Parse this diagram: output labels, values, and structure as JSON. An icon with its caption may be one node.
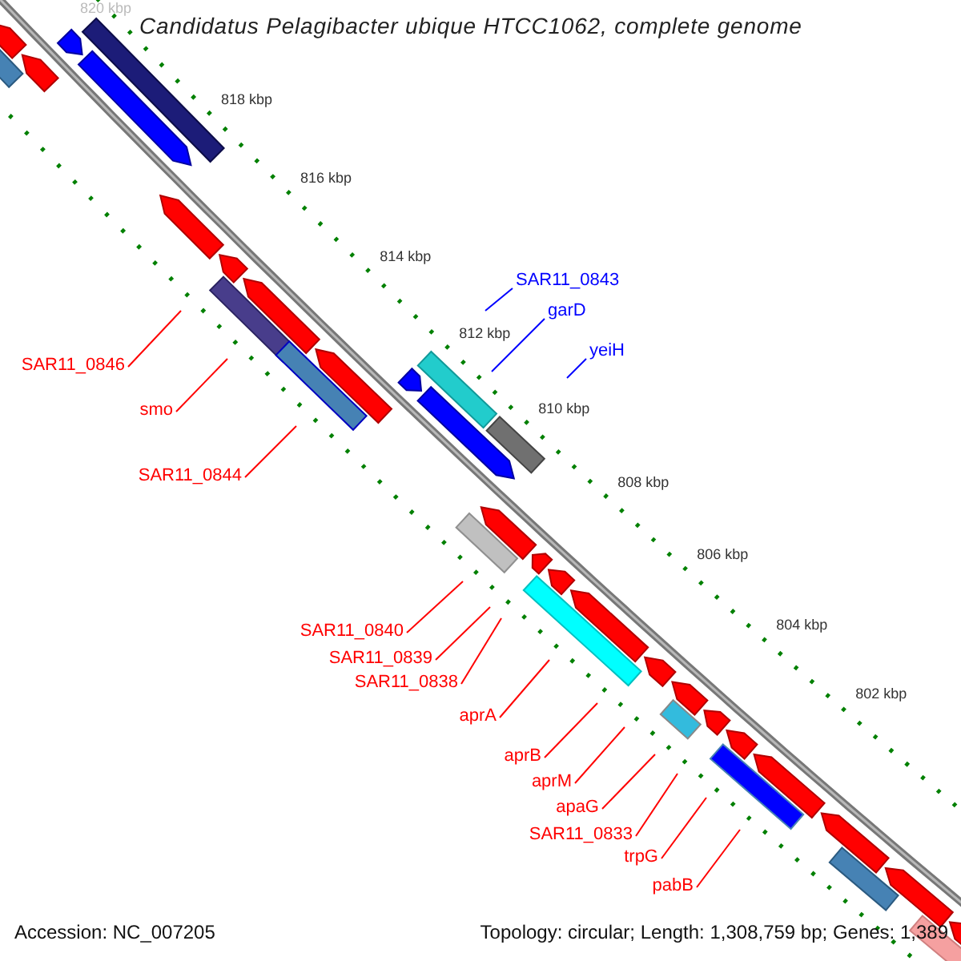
{
  "diagram": {
    "title": "Candidatus Pelagibacter ubique HTCC1062, complete genome",
    "nodes": [
      {
        "text": [
          "SAR11_0843"
        ]
      },
      {
        "text": [
          "garD"
        ]
      },
      {
        "text": [
          "yeiH"
        ]
      },
      {
        "text": [
          "SAR11_0846"
        ]
      },
      {
        "text": [
          "smo"
        ]
      },
      {
        "text": [
          "SAR11_0844"
        ]
      },
      {
        "text": [
          "SAR11_0840"
        ]
      },
      {
        "text": [
          "SAR11_0839"
        ]
      },
      {
        "text": [
          "SAR11_0838"
        ]
      },
      {
        "text": [
          "aprA"
        ]
      },
      {
        "text": [
          "aprB"
        ]
      },
      {
        "text": [
          "aprM"
        ]
      },
      {
        "text": [
          "apaG"
        ]
      },
      {
        "text": [
          "SAR11_0833"
        ]
      },
      {
        "text": [
          "trpG"
        ]
      },
      {
        "text": [
          "pabB"
        ]
      }
    ],
    "edges": [
      {
        "from": 0,
        "to": null,
        "arrow": "none",
        "color": "#0000ff"
      },
      {
        "from": 1,
        "to": null,
        "arrow": "none",
        "color": "#0000ff"
      },
      {
        "from": 2,
        "to": null,
        "arrow": "none",
        "color": "#0000ff"
      },
      {
        "from": 3,
        "to": null,
        "arrow": "none"
      },
      {
        "from": 4,
        "to": null,
        "arrow": "none"
      },
      {
        "from": 5,
        "to": null,
        "arrow": "none"
      },
      {
        "from": 6,
        "to": null,
        "arrow": "none"
      },
      {
        "from": 7,
        "to": null,
        "arrow": "none"
      },
      {
        "from": 8,
        "to": null,
        "arrow": "none"
      },
      {
        "from": 9,
        "to": null,
        "arrow": "none"
      },
      {
        "from": 10,
        "to": null,
        "arrow": "none"
      },
      {
        "from": 11,
        "to": null,
        "arrow": "none"
      },
      {
        "from": 12,
        "to": null,
        "arrow": "none"
      },
      {
        "from": 13,
        "to": null,
        "arrow": "none"
      },
      {
        "from": 14,
        "to": null,
        "arrow": "none"
      },
      {
        "from": 15,
        "to": null,
        "arrow": "none"
      }
    ],
    "labels": [
      "820 kbp",
      "818 kbp",
      "816 kbp",
      "814 kbp",
      "812 kbp",
      "810 kbp",
      "808 kbp",
      "806 kbp",
      "804 kbp",
      "802 kbp",
      "Accession: NC_007205",
      "Topology: circular; Length: 1,308,759 bp; Genes: 1,389"
    ]
  }
}
